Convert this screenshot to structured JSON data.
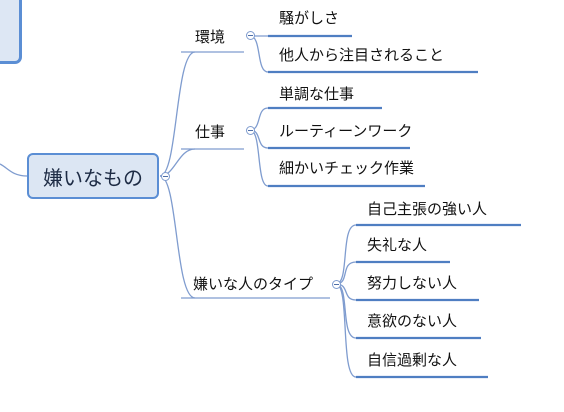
{
  "mindmap": {
    "root": "嫌いなもの",
    "branches": [
      {
        "label": "環境",
        "children": [
          "騒がしさ",
          "他人から注目されること"
        ]
      },
      {
        "label": "仕事",
        "children": [
          "単調な仕事",
          "ルーティーンワーク",
          "細かいチェック作業"
        ]
      },
      {
        "label": "嫌いな人のタイプ",
        "children": [
          "自己主張の強い人",
          "失礼な人",
          "努力しない人",
          "意欲のない人",
          "自信過剰な人"
        ]
      }
    ]
  },
  "colors": {
    "node_fill": "#dce6f3",
    "node_border": "#5b8ed4",
    "connector": "#7f9ccf",
    "underline": "#4f7ec2"
  }
}
